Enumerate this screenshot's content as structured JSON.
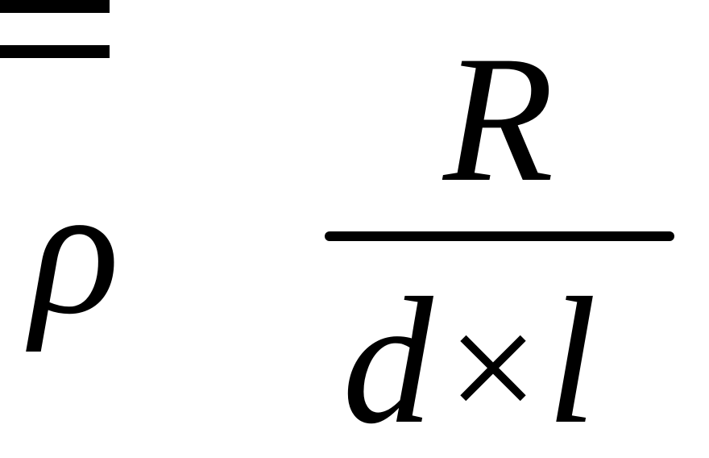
{
  "formula": {
    "lhs": "ρ",
    "equals": "=",
    "numerator": "R",
    "denominator": {
      "left": "d",
      "operator": "×",
      "right": "l"
    }
  },
  "colors": {
    "background": "#ffffff",
    "ink": "#000000"
  }
}
